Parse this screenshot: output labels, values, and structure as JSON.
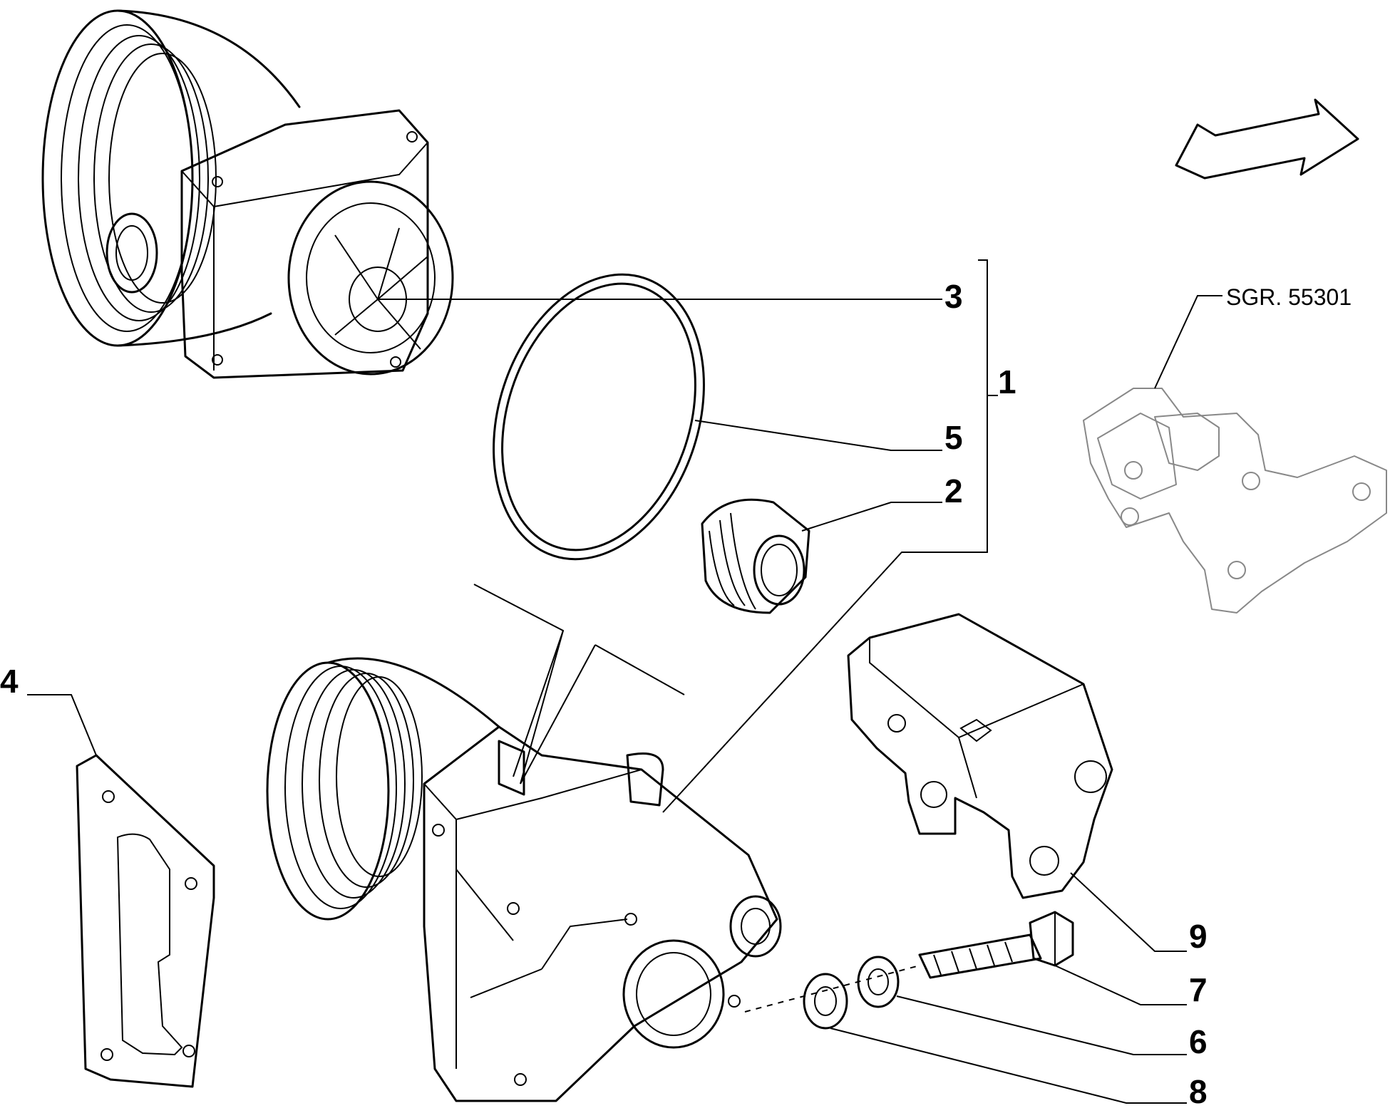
{
  "callouts": {
    "c1": "1",
    "c2": "2",
    "c3": "3",
    "c4": "4",
    "c5": "5",
    "c6": "6",
    "c7": "7",
    "c8": "8",
    "c9": "9"
  },
  "reference": {
    "label": "SGR. 55301"
  },
  "colors": {
    "line": "#000000",
    "ghost": "#888888",
    "background": "#ffffff"
  }
}
